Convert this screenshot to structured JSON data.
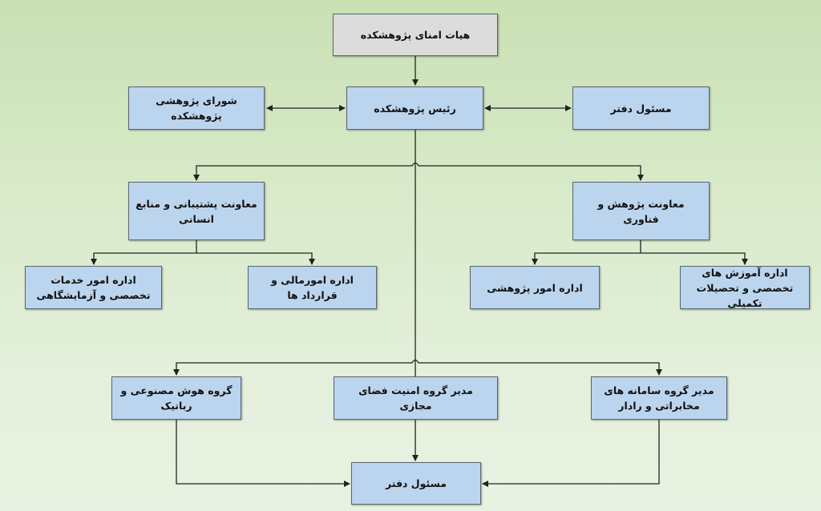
{
  "chart_title": "",
  "nodes": {
    "board": "هیات امنای پژوهشکده",
    "council": "شورای پژوهشی پژوهشکده",
    "head": "رئیس پژوهشکده",
    "office_top": "مسئول دفتر",
    "support_deputy": "معاونت پشتیبانی و منابع انسانی",
    "research_deputy": "معاونت پژوهش و فناوری",
    "lab_services": "اداره امور خدمات تخصصی و آزمایشگاهی",
    "finance": "اداره امورمالی و قرارداد ها",
    "research_affairs": "اداره امور پژوهشی",
    "education": "اداره آموزش های تخصصی و تحصیلات تکمیلی",
    "ai_group": "گروه هوش مصنوعی و رباتیک",
    "cyber_group": "مدیر گروه امنیت فضای مجازی",
    "radar_group": "مدیر گروه سامانه های مخابراتی و رادار",
    "office_bottom": "مسئول دفتر"
  },
  "colors": {
    "box": "#bcd5ee",
    "board_box": "#dcdcdc",
    "line": "#222222"
  }
}
